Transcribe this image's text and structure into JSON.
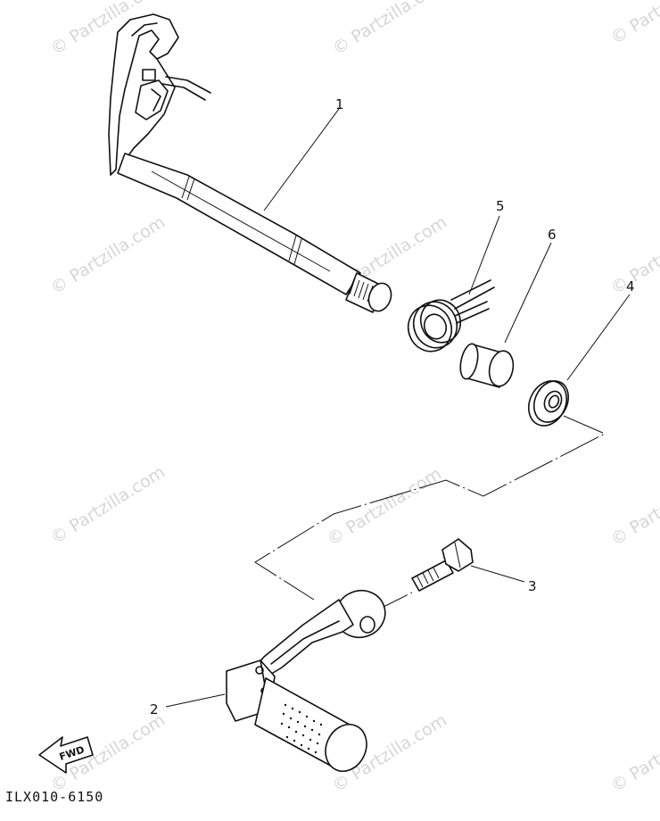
{
  "watermark": "© Partzilla.com",
  "callouts": {
    "part1": "1",
    "part2": "2",
    "part3": "3",
    "part4": "4",
    "part5": "5",
    "part6": "6"
  },
  "fwd_label": "FWD",
  "diagram_code": "ILX010-6150"
}
